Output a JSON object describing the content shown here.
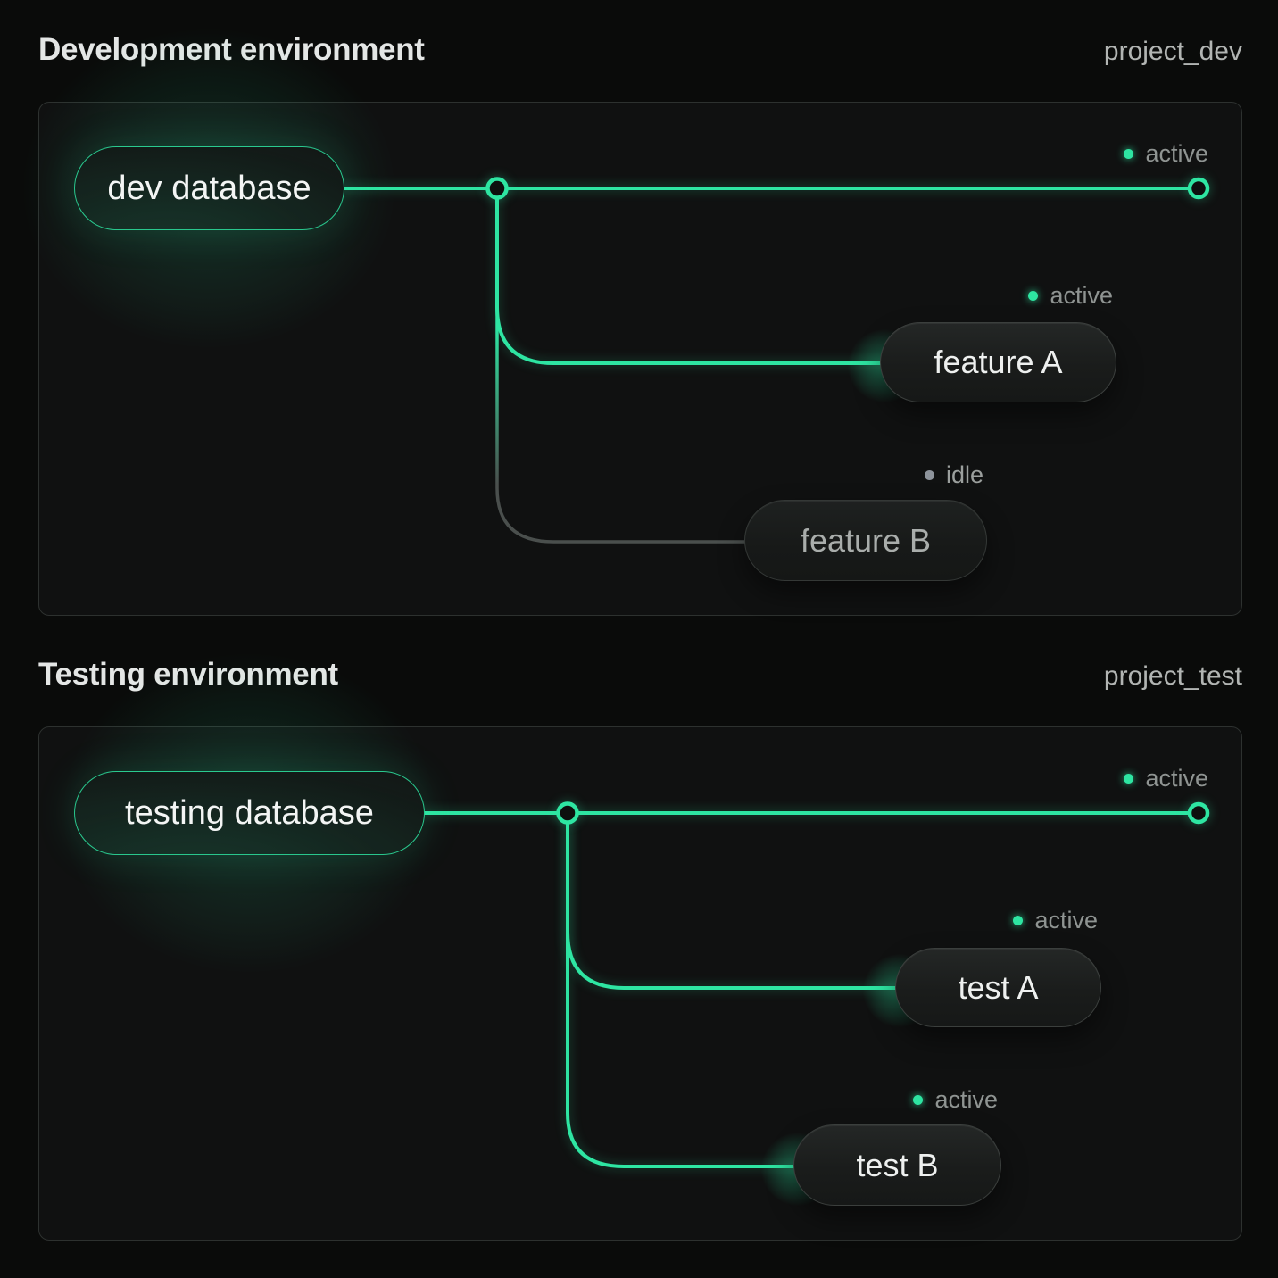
{
  "colors": {
    "accent_green": "#2ee5a2",
    "idle_line": "#4a4f4d",
    "idle_dot": "#8d939b",
    "page_bg": "#0a0b0a",
    "panel_bg": "#101111",
    "active_label": "#8f9492",
    "heading": "#e4e6e5"
  },
  "sections": [
    {
      "title": "Development environment",
      "project": "project_dev",
      "root": {
        "label": "dev database"
      },
      "main_status": "active",
      "branches": [
        {
          "label": "feature A",
          "status": "active"
        },
        {
          "label": "feature B",
          "status": "idle"
        }
      ]
    },
    {
      "title": "Testing environment",
      "project": "project_test",
      "root": {
        "label": "testing database"
      },
      "main_status": "active",
      "branches": [
        {
          "label": "test A",
          "status": "active"
        },
        {
          "label": "test B",
          "status": "active"
        }
      ]
    }
  ]
}
